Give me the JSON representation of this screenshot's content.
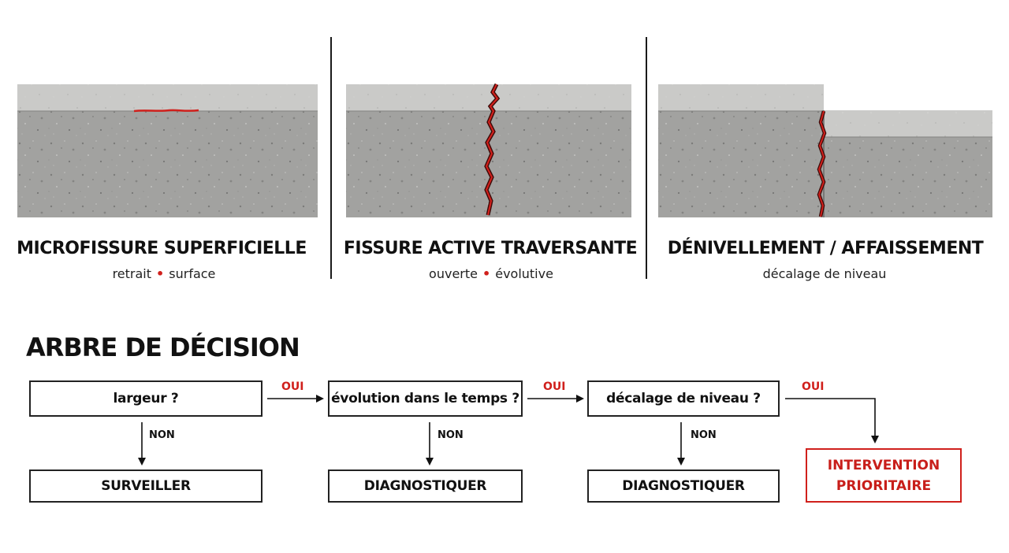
{
  "panels": [
    {
      "title": "MICROFISSURE SUPERFICIELLE",
      "subtitle_a": "retrait",
      "subtitle_sep": "•",
      "subtitle_b": "surface"
    },
    {
      "title": "FISSURE ACTIVE TRAVERSANTE",
      "subtitle_a": "ouverte",
      "subtitle_sep": "•",
      "subtitle_b": "évolutive"
    },
    {
      "title": "DÉNIVELLEMENT / AFFAISSEMENT",
      "subtitle_a": "décalage de niveau"
    }
  ],
  "decision_tree": {
    "title": "ARBRE DE DÉCISION",
    "questions": [
      "largeur ?",
      "évolution dans le temps ?",
      "décalage de niveau ?"
    ],
    "outcomes": [
      "SURVEILLER",
      "DIAGNOSTIQUER",
      "DIAGNOSTIQUER"
    ],
    "final": {
      "line1": "INTERVENTION",
      "line2": "PRIORITAIRE"
    },
    "yes_label": "OUI",
    "no_label": "NON"
  },
  "colors": {
    "accent": "#d0201c",
    "concrete_top": "#c9c9c7",
    "concrete_front": "#9d9d9b"
  }
}
